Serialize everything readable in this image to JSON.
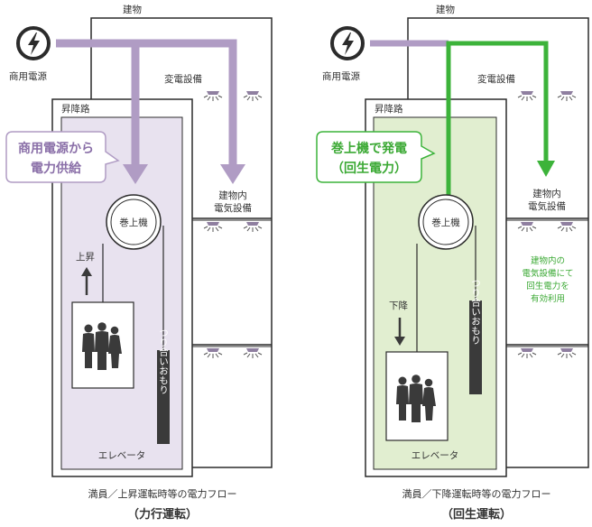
{
  "colors": {
    "purple_flow": "#b09cc4",
    "green_flow": "#3cb33a",
    "elevator_purple": "#e8e2ef",
    "elevator_green": "#e1eed0",
    "line": "#2b2b2b"
  },
  "left": {
    "building": "建物",
    "power_source": "商用電源",
    "substation": "変電設備",
    "shaft": "昇降路",
    "callout_line1": "商用電源から",
    "callout_line2": "電力供給",
    "hoist": "巻上機",
    "equipment_line1": "建物内",
    "equipment_line2": "電気設備",
    "direction": "上昇",
    "counterweight": "つり合いおもり",
    "elevator": "エレベータ",
    "caption": "満員／上昇運転時等の電力フロー",
    "mode": "（力行運転）"
  },
  "right": {
    "building": "建物",
    "power_source": "商用電源",
    "substation": "変電設備",
    "shaft": "昇降路",
    "callout_line1": "巻上機で発電",
    "callout_line2": "（回生電力）",
    "hoist": "巻上機",
    "equipment_line1": "建物内",
    "equipment_line2": "電気設備",
    "note_line1": "建物内の",
    "note_line2": "電気設備にて",
    "note_line3": "回生電力を",
    "note_line4": "有効利用",
    "direction": "下降",
    "counterweight": "つり合いおもり",
    "elevator": "エレベータ",
    "caption": "満員／下降運転時等の電力フロー",
    "mode": "（回生運転）"
  }
}
